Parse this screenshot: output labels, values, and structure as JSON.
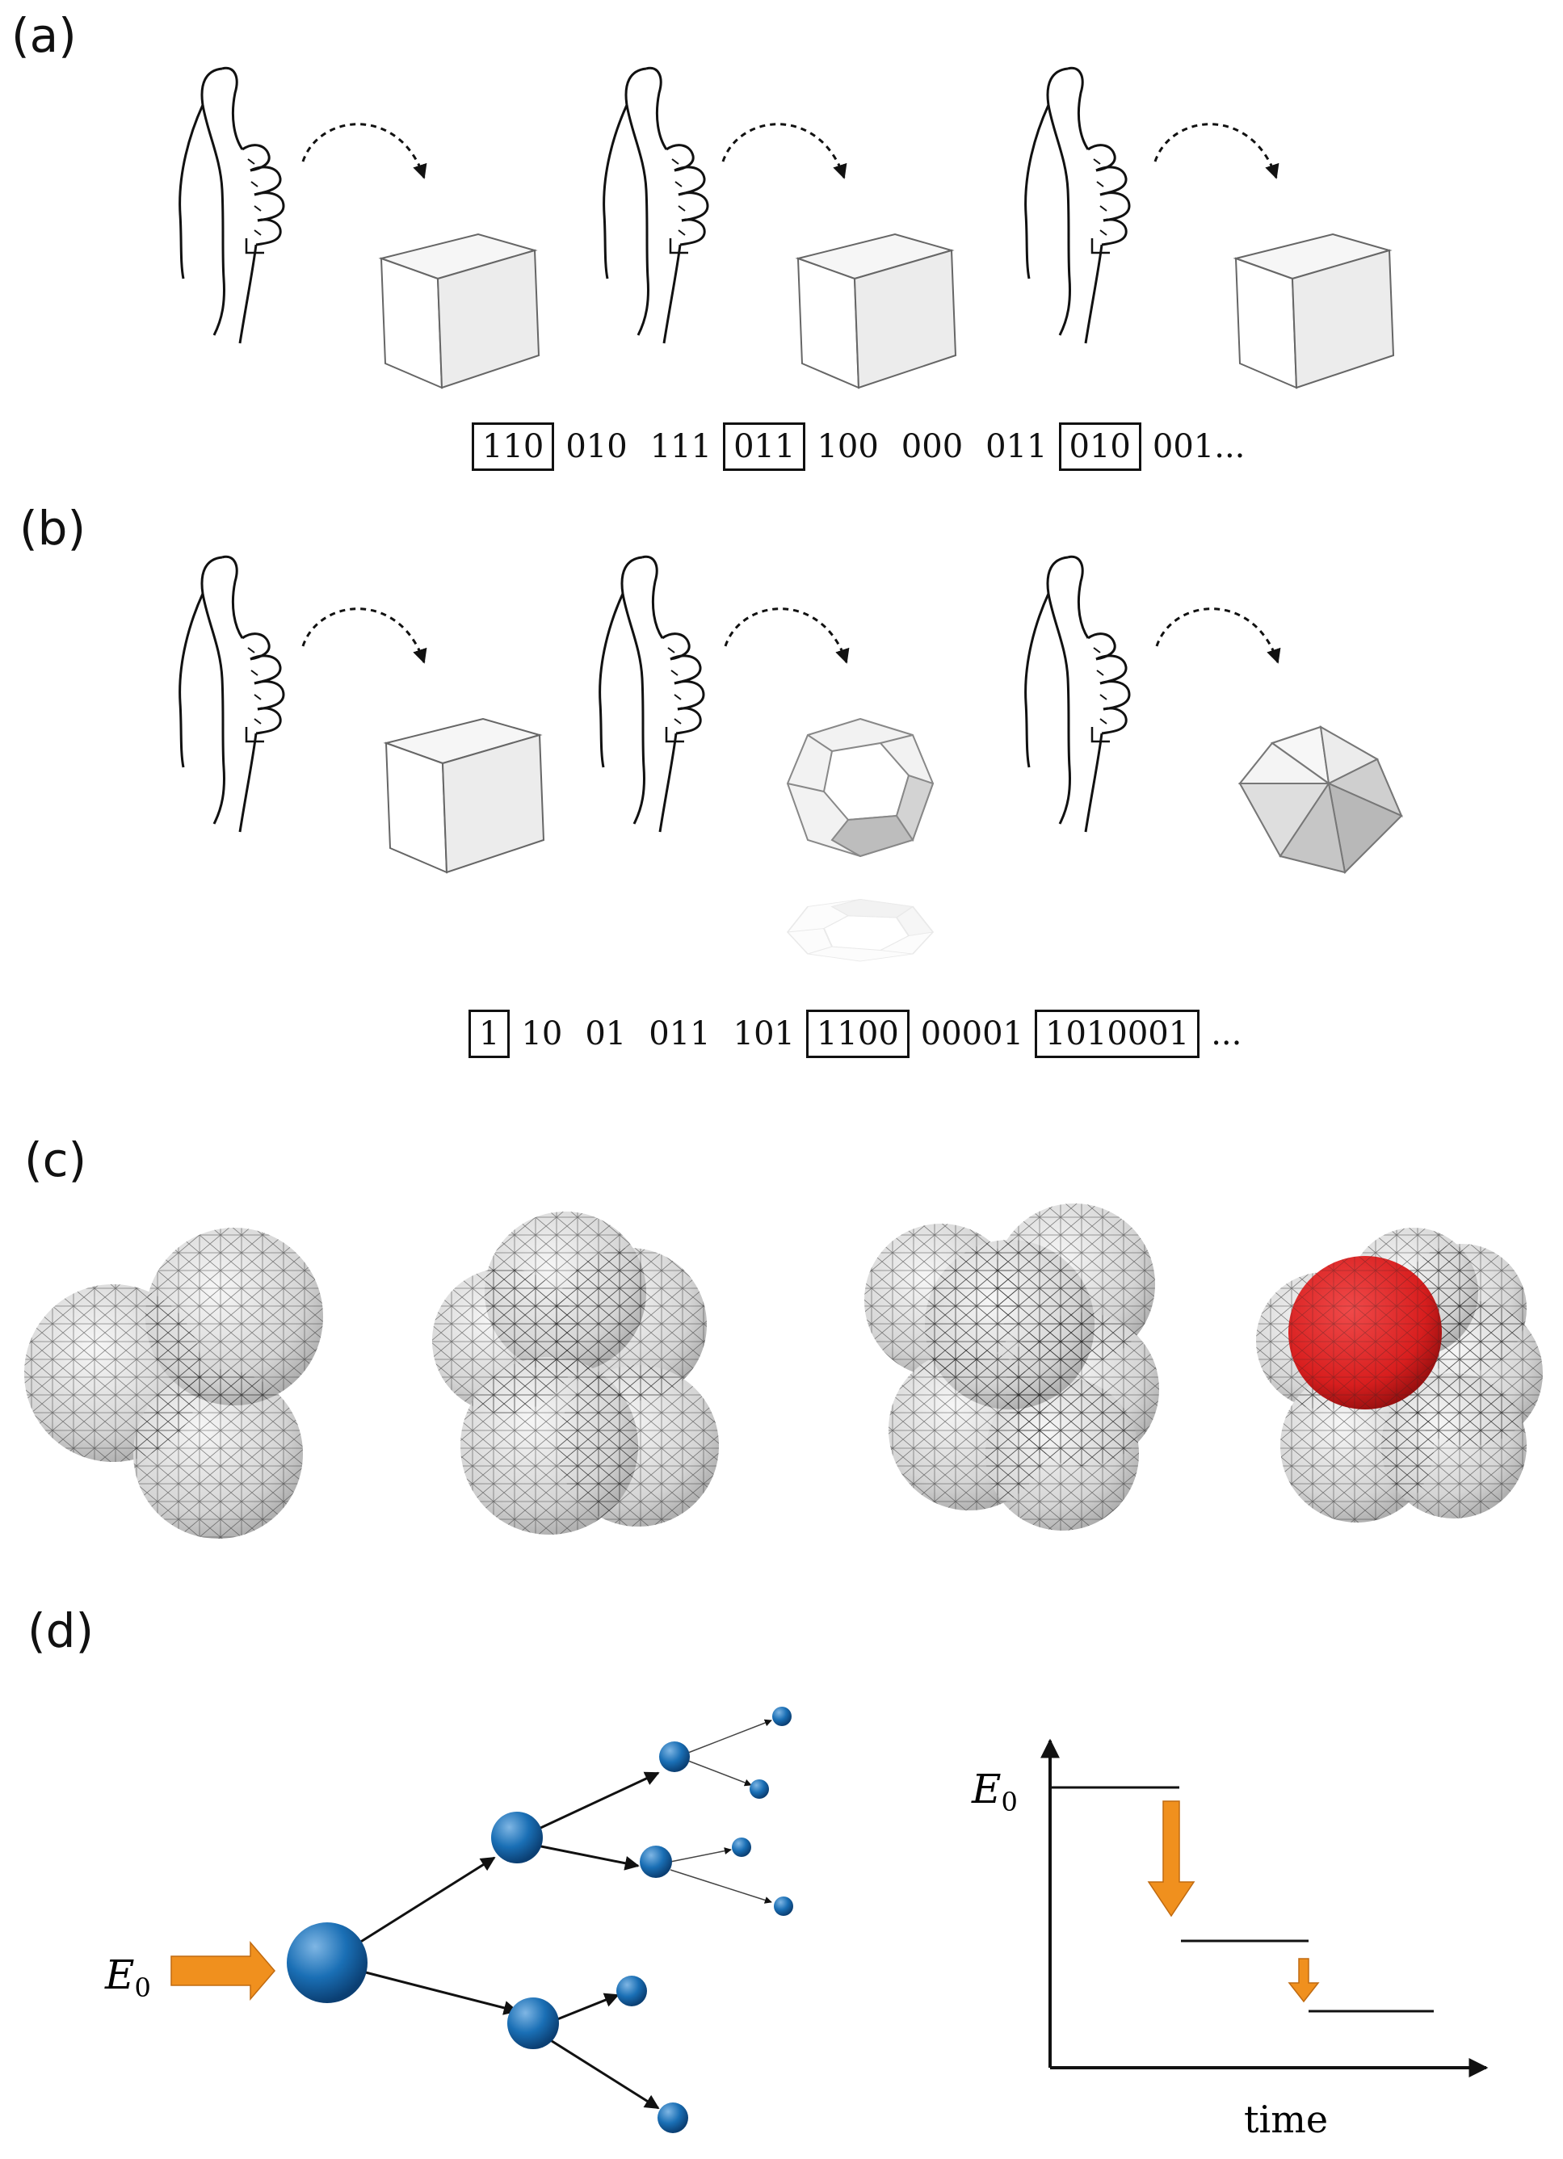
{
  "panels": {
    "a": {
      "label": "(a)",
      "sequence": [
        {
          "text": "110",
          "boxed": true
        },
        {
          "text": "010",
          "boxed": false
        },
        {
          "text": "111",
          "boxed": false
        },
        {
          "text": "011",
          "boxed": true
        },
        {
          "text": "100",
          "boxed": false
        },
        {
          "text": "000",
          "boxed": false
        },
        {
          "text": "011",
          "boxed": false
        },
        {
          "text": "010",
          "boxed": true
        },
        {
          "text": "001...",
          "boxed": false
        }
      ],
      "objects": [
        "cube",
        "cube",
        "cube"
      ]
    },
    "b": {
      "label": "(b)",
      "sequence": [
        {
          "text": "1",
          "boxed": true
        },
        {
          "text": "10",
          "boxed": false
        },
        {
          "text": "01",
          "boxed": false
        },
        {
          "text": "011",
          "boxed": false
        },
        {
          "text": "101",
          "boxed": false
        },
        {
          "text": "1100",
          "boxed": true
        },
        {
          "text": "00001",
          "boxed": false
        },
        {
          "text": "1010001",
          "boxed": true
        },
        {
          "text": "...",
          "boxed": false
        }
      ],
      "objects": [
        "cube",
        "dodecahedron",
        "icosahedron"
      ]
    },
    "c": {
      "label": "(c)",
      "clusters": [
        "gray",
        "gray",
        "gray",
        "gray-with-red"
      ],
      "highlight_color": "#d81e1e"
    },
    "d": {
      "label": "(d)",
      "input_label_base": "E",
      "input_label_sub": "0",
      "energy_label_base": "E",
      "energy_label_sub": "0",
      "x_axis_label": "time",
      "arrow_color": "#f0901e",
      "node_color": "#1a6fb5"
    }
  }
}
